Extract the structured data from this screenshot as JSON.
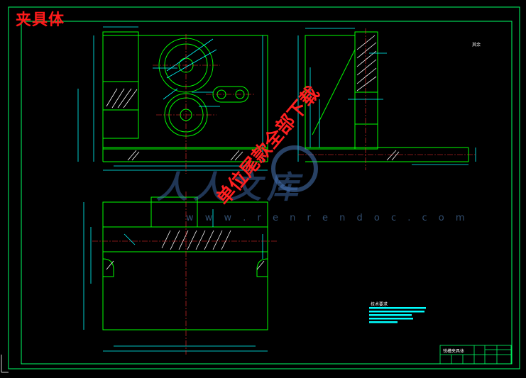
{
  "drawing": {
    "title": "夹具体",
    "roughness_note": "其余",
    "tech_requirements_header": "技术要求",
    "title_block_name": "铣槽夹具体"
  },
  "watermark": {
    "brand": "人人文库",
    "url": "w w w . r e n r e n d o c . c o m",
    "red_text": "单位尾款全部下载"
  },
  "colors": {
    "background": "#000000",
    "frame": "#00ff66",
    "outline": "#00ff00",
    "dimension": "#00ffff",
    "centerline": "#ff3030",
    "hatch": "#ffffff",
    "title_red": "#ff1a1a"
  }
}
